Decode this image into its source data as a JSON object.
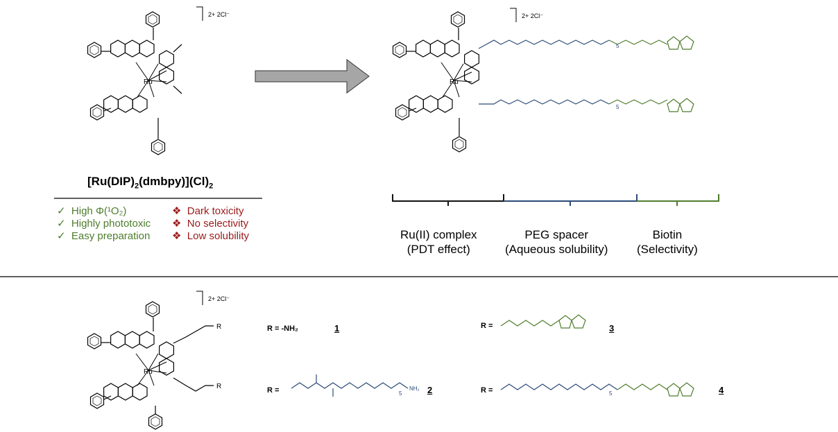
{
  "parent": {
    "name_parts": [
      "[Ru(DIP)",
      "2",
      "(dmbpy)](Cl)",
      "2"
    ],
    "charge": "2+ 2Cl⁻",
    "ru_label": "Ru",
    "pros": [
      {
        "mark": "✓",
        "text": "High Φ(¹O₂)"
      },
      {
        "mark": "✓",
        "text": "Highly phototoxic"
      },
      {
        "mark": "✓",
        "text": "Easy preparation"
      }
    ],
    "cons": [
      {
        "mark": "❖",
        "text": "Dark toxicity"
      },
      {
        "mark": "❖",
        "text": "No selectivity"
      },
      {
        "mark": "❖",
        "text": "Low solubility"
      }
    ]
  },
  "conjugate": {
    "charge": "2+ 2Cl⁻",
    "ru_label": "Ru",
    "peg_repeat": "5",
    "segments": [
      {
        "line1": "Ru(II) complex",
        "line2": "(PDT effect)",
        "color": "#111111"
      },
      {
        "line1": "PEG spacer",
        "line2": "(Aqueous solubility)",
        "color": "#2b4a78"
      },
      {
        "line1": "Biotin",
        "line2": "(Selectivity)",
        "color": "#4e7c2c"
      }
    ]
  },
  "general": {
    "charge": "2+ 2Cl⁻",
    "ru_label": "Ru",
    "r_group": "R",
    "substituents": [
      {
        "label": "R = -NH₂",
        "number": "1"
      },
      {
        "label": "R =",
        "number": "2",
        "tail": "NH₂",
        "repeat": "5"
      },
      {
        "label": "R =",
        "number": "3"
      },
      {
        "label": "R =",
        "number": "4",
        "repeat": "5"
      }
    ]
  },
  "colors": {
    "navy": "#2b4a78",
    "green": "#4e7c2c",
    "red": "#9b1b1b",
    "arrow": "#a6a6a6"
  }
}
